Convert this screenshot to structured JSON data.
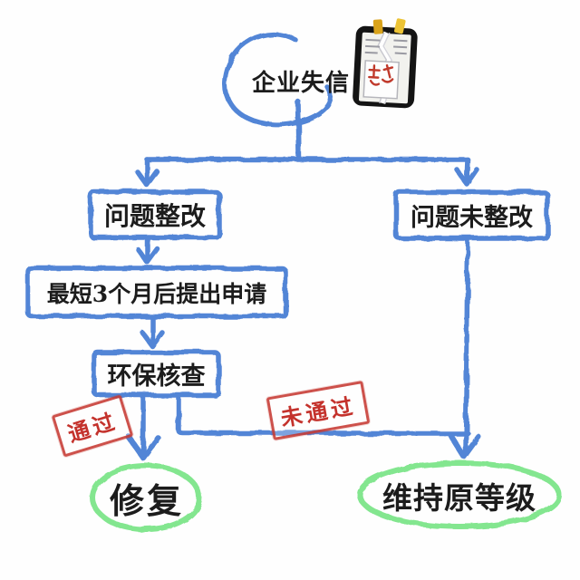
{
  "meta": {
    "background_color": "#fefefe",
    "line_blue": "#4a7fd4",
    "ellipse_green": "#7de58a",
    "stamp_red": "#c4322c",
    "text_color": "#1c1c1c",
    "style": "hand-drawn crayon flowchart"
  },
  "flow": {
    "start": {
      "label": "企业失信",
      "icon": "torn-credit-document-icon"
    },
    "nodes": [
      {
        "id": "problem-rectified",
        "label": "问题整改"
      },
      {
        "id": "problem-not-rectified",
        "label": "问题未整改"
      },
      {
        "id": "apply-after-3-months",
        "label": "最短3个月后提出申请"
      },
      {
        "id": "environmental-review",
        "label": "环保核查"
      }
    ],
    "stamps": [
      {
        "id": "pass",
        "label": "通过"
      },
      {
        "id": "fail",
        "label": "未通过"
      }
    ],
    "terminals": [
      {
        "id": "repair",
        "label": "修复"
      },
      {
        "id": "keep-old-grade",
        "label": "维持原等级"
      }
    ]
  }
}
